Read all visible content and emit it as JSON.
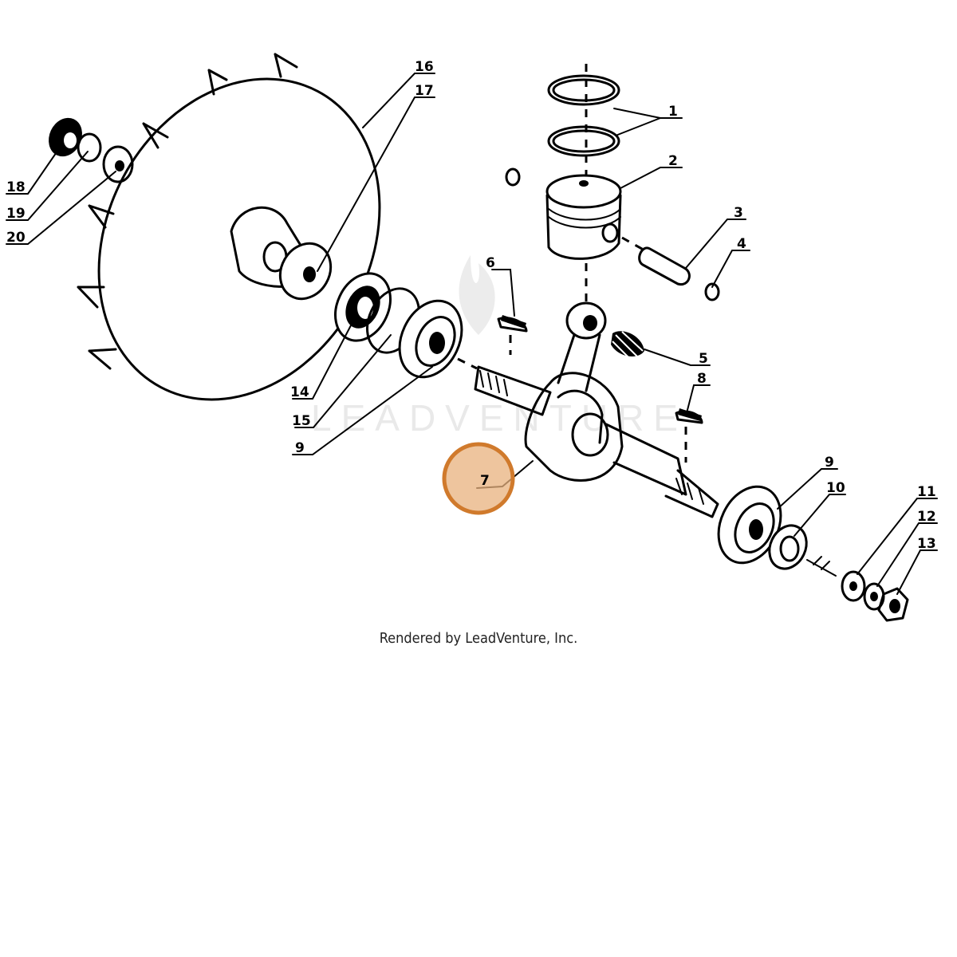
{
  "diagram": {
    "watermark": "LEADVENTURE",
    "credit": "Rendered by LeadVenture, Inc.",
    "highlight_color": "#E8B27E",
    "highlighted_callout": "7",
    "callouts": [
      "1",
      "2",
      "3",
      "4",
      "5",
      "6",
      "7",
      "8",
      "9",
      "9",
      "10",
      "11",
      "12",
      "13",
      "14",
      "15",
      "16",
      "17",
      "18",
      "19",
      "20"
    ]
  }
}
